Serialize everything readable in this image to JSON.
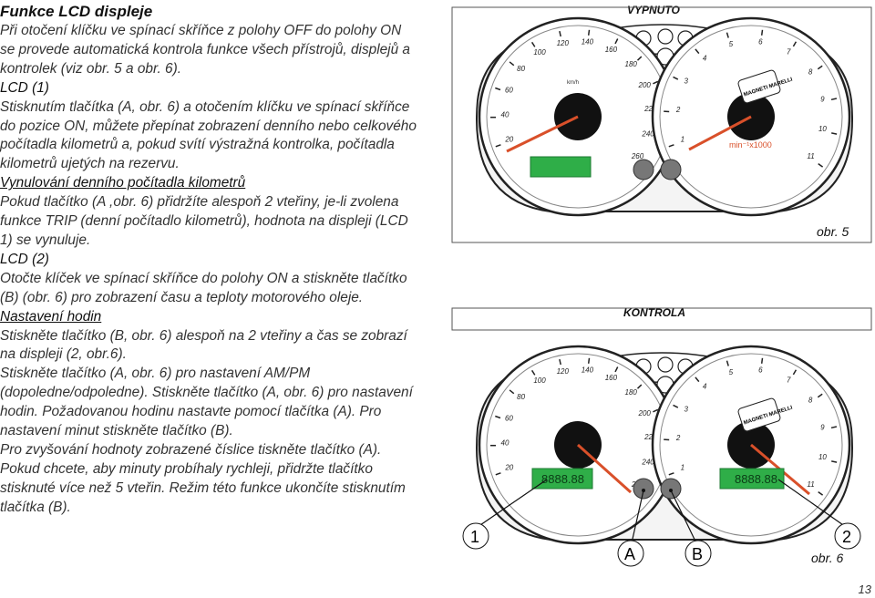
{
  "section_title": "Funkce LCD displeje",
  "paragraphs": {
    "intro": "Při otočení klíčku ve spínací skříňce z polohy OFF do polohy ON se provede automatická kontrola funkce všech přístrojů, displejů a kontrolek (viz obr. 5 a obr. 6).",
    "lcd1_title": "LCD (1)",
    "lcd1_text": "Stisknutím tlačítka (A, obr. 6) a otočením klíčku ve spínací skříňce do pozice ON, můžete přepínat zobrazení denního nebo celkového počítadla kilometrů a, pokud svítí výstražná kontrolka, počítadla kilometrů ujetých na rezervu.",
    "reset_title": "Vynulování denního počítadla kilometrů",
    "reset_text": "Pokud tlačítko (A ,obr. 6) přidržíte alespoň 2 vteřiny, je-li zvolena funkce TRIP (denní počítadlo kilometrů), hodnota na displeji (LCD 1) se vynuluje.",
    "lcd2_title": "LCD (2)",
    "lcd2_text": "Otočte klíček ve spínací skříňce do polohy ON a stiskněte tlačítko (B) (obr. 6) pro zobrazení času a teploty motorového oleje.",
    "clock_title": "Nastavení hodin",
    "clock_text": "Stiskněte tlačítko (B, obr. 6) alespoň na 2 vteřiny a čas se zobrazí na displeji (2, obr.6).\nStiskněte tlačítko (A, obr. 6) pro nastavení AM/PM (dopoledne/odpoledne). Stiskněte tlačítko (A, obr. 6) pro nastavení hodin. Požadovanou hodinu nastavte pomocí tlačítka (A). Pro nastavení minut stiskněte tlačítko (B).\nPro zvyšování hodnoty zobrazené číslice tiskněte tlačítko (A). Pokud chcete, aby minuty probíhaly rychleji, přidržte tlačítko stisknuté více než 5 vteřin. Režim této funkce ukončíte stisknutím tlačítka (B)."
  },
  "figures": {
    "fig5_label": "VYPNUTO",
    "fig5_caption": "obr. 5",
    "fig6_label": "KONTROLA",
    "fig6_caption": "obr. 6",
    "lcd_digits": "8888.88",
    "brand": "MAGNETI MARELLI",
    "speed_unit": "km/h",
    "rpm_unit": "min⁻¹x1000",
    "callouts": {
      "one": "1",
      "two": "2",
      "a": "A",
      "b": "B"
    },
    "speed_ticks": [
      "20",
      "40",
      "60",
      "80",
      "100",
      "120",
      "140",
      "160",
      "180",
      "200",
      "220",
      "240",
      "260"
    ],
    "rpm_ticks": [
      "1",
      "2",
      "3",
      "4",
      "5",
      "6",
      "7",
      "8",
      "9",
      "10",
      "11"
    ]
  },
  "page_number": "13",
  "colors": {
    "lcd_green": "#2fae48",
    "lcd_dark": "#1d7a32",
    "needle": "#d9502a",
    "bezel": "#333333"
  }
}
